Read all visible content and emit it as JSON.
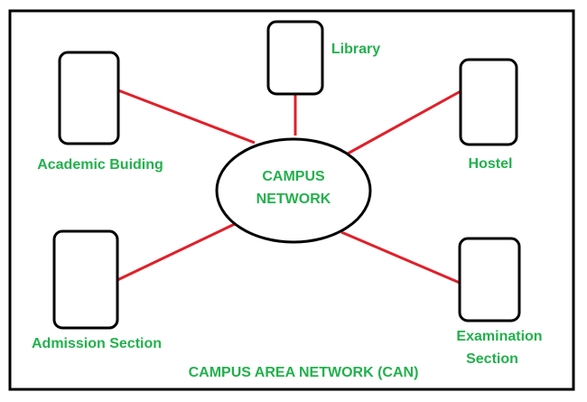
{
  "colors": {
    "label": "#22b14c",
    "link": "#e0202a",
    "outline": "#000000",
    "background": "#ffffff"
  },
  "center": {
    "line1": "CAMPUS",
    "line2": "NETWORK"
  },
  "nodes": {
    "library": {
      "label": "Library"
    },
    "academic": {
      "label": "Academic Buiding"
    },
    "hostel": {
      "label": "Hostel"
    },
    "admission": {
      "label": "Admission Section"
    },
    "examination": {
      "line1": "Examination",
      "line2": "Section"
    }
  },
  "caption": "CAMPUS AREA NETWORK (CAN)"
}
